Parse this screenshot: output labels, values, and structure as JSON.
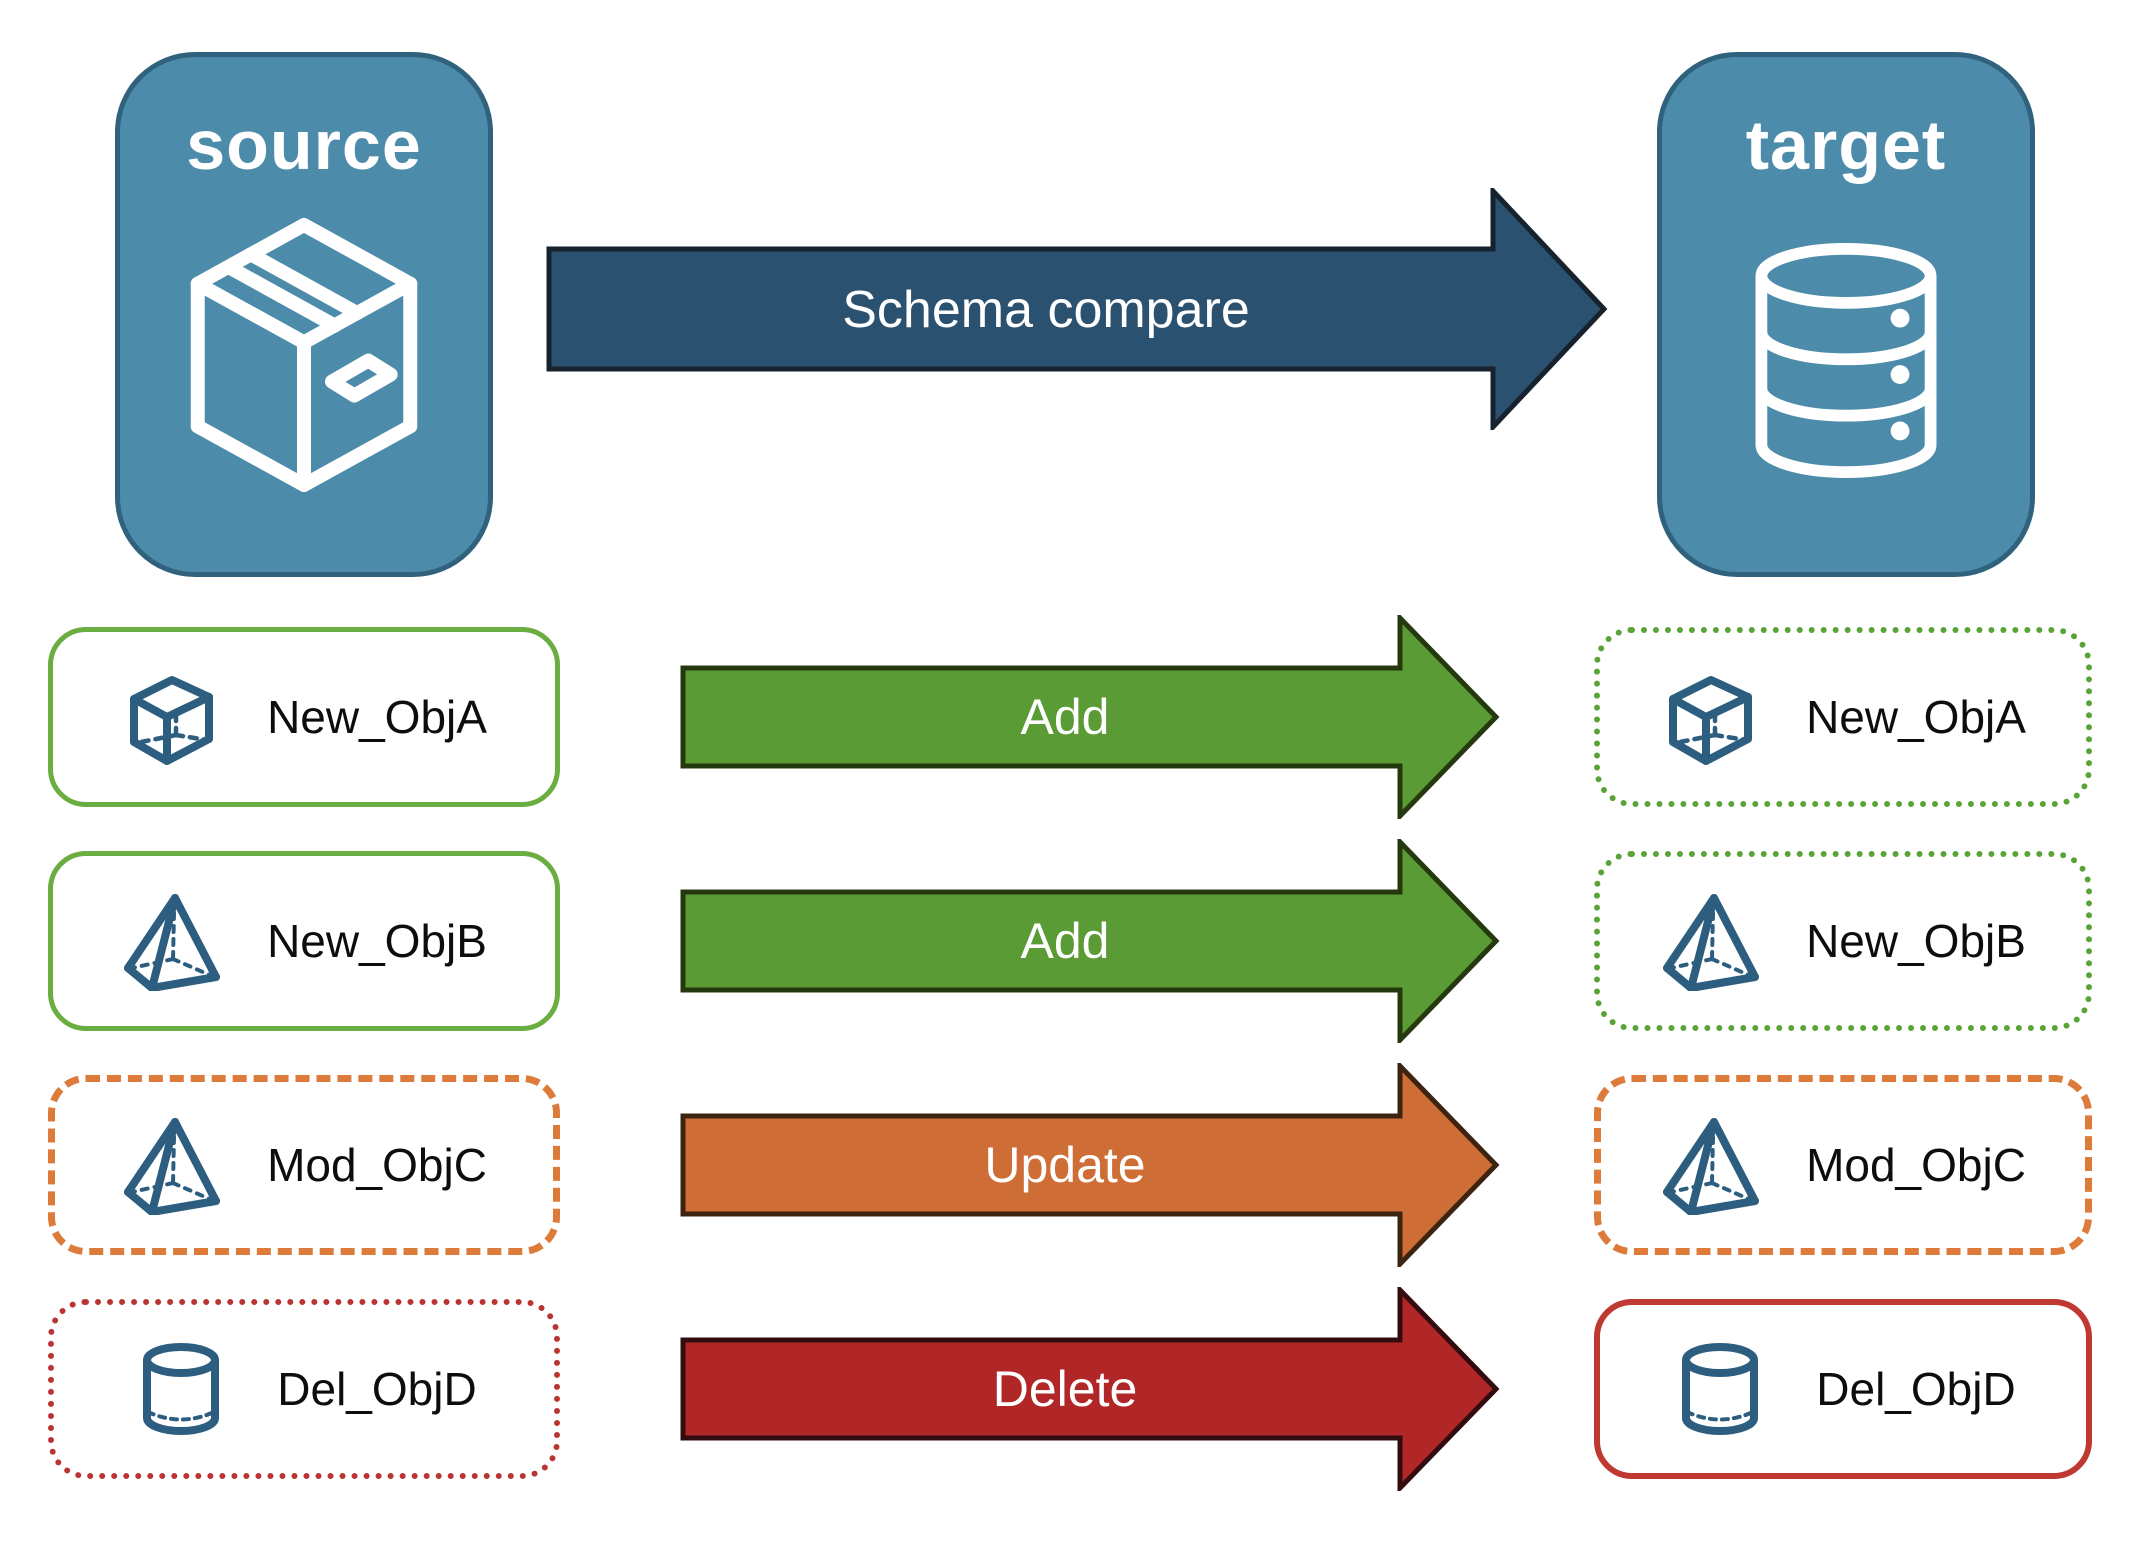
{
  "source_node": {
    "label": "source",
    "icon": "package-icon"
  },
  "target_node": {
    "label": "target",
    "icon": "database-icon"
  },
  "schema_arrow": {
    "label": "Schema compare"
  },
  "rows": [
    {
      "source": {
        "label": "New_ObjA",
        "icon": "cube-icon",
        "border_style": "solid-green"
      },
      "arrow": {
        "label": "Add",
        "color": "#5A9B35"
      },
      "target": {
        "label": "New_ObjA",
        "icon": "cube-icon",
        "border_style": "dotted-green"
      }
    },
    {
      "source": {
        "label": "New_ObjB",
        "icon": "pyramid-icon",
        "border_style": "solid-green"
      },
      "arrow": {
        "label": "Add",
        "color": "#5A9B35"
      },
      "target": {
        "label": "New_ObjB",
        "icon": "pyramid-icon",
        "border_style": "dotted-green"
      }
    },
    {
      "source": {
        "label": "Mod_ObjC",
        "icon": "pyramid-icon",
        "border_style": "dashed-orange"
      },
      "arrow": {
        "label": "Update",
        "color": "#CF6D36"
      },
      "target": {
        "label": "Mod_ObjC",
        "icon": "pyramid-icon",
        "border_style": "dashed-orange"
      }
    },
    {
      "source": {
        "label": "Del_ObjD",
        "icon": "cylinder-icon",
        "border_style": "dotted-red"
      },
      "arrow": {
        "label": "Delete",
        "color": "#B12727"
      },
      "target": {
        "label": "Del_ObjD",
        "icon": "cylinder-icon",
        "border_style": "solid-red"
      }
    }
  ],
  "colors": {
    "node_fill": "#4C8CAA",
    "node_border": "#30627D",
    "schema_arrow_fill": "#2B5170",
    "schema_arrow_outline": "#16222E",
    "add_arrow_fill": "#5A9B35",
    "add_arrow_outline": "#25390F",
    "update_arrow_fill": "#CF6D36",
    "update_arrow_outline": "#3C2411",
    "delete_arrow_fill": "#B12727",
    "delete_arrow_outline": "#330C0F",
    "green_border_solid": "#6AAD41",
    "green_border_dotted": "#58A437",
    "orange_border_dashed": "#DD7C3A",
    "red_border_dotted": "#B93432",
    "red_border_solid": "#C03832",
    "object_icon_blue": "#2D5E80",
    "label_text": "#0d0d0d"
  }
}
